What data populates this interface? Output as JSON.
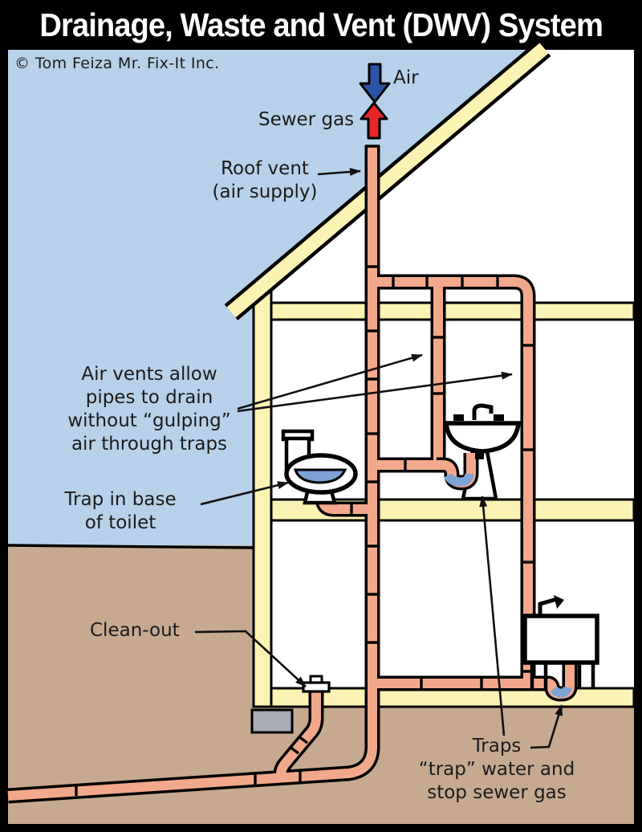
{
  "title": "Drainage, Waste and Vent (DWV) System",
  "credit": "© Tom Feiza Mr. Fix-It Inc.",
  "annotations": {
    "air": "Air",
    "sewer_gas": "Sewer gas",
    "roof_vent": "Roof vent\n(air supply)",
    "air_vents": "Air vents allow\npipes to drain\nwithout “gulping”\nair through traps",
    "toilet_trap": "Trap in base\nof toilet",
    "clean_out": "Clean-out",
    "traps": "Traps\n“trap” water and\nstop sewer gas"
  },
  "colors": {
    "sky": "#b7d1ea",
    "ground": "#c7a98f",
    "structure": "#faf3b3",
    "interior": "#ffffff",
    "pipe": "#f2a88b",
    "water": "#7da3d6",
    "air_arrow": "#2b55a4",
    "sewer_arrow": "#e62629",
    "footing": "#a9acb6",
    "outline": "#000000"
  }
}
